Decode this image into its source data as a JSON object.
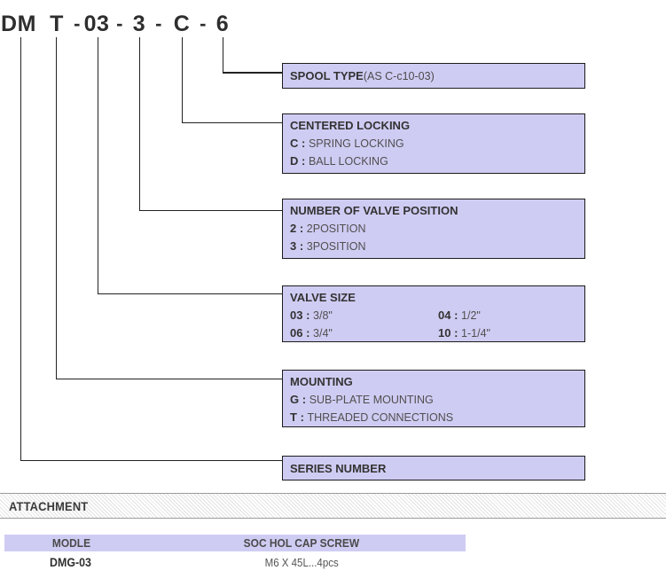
{
  "model_code": {
    "segments": [
      "DM",
      "T",
      "03",
      "3",
      "C",
      "6"
    ],
    "separator": "-"
  },
  "item_separator": " : ",
  "boxes": [
    {
      "title": "SPOOL TYPE",
      "title_note": "(AS C-c10-03)",
      "items": []
    },
    {
      "title": "CENTERED LOCKING",
      "items": [
        {
          "key": "C",
          "desc": "SPRING LOCKING"
        },
        {
          "key": "D",
          "desc": "BALL LOCKING"
        }
      ]
    },
    {
      "title": "NUMBER OF VALVE POSITION",
      "items": [
        {
          "key": "2",
          "desc": "2POSITION"
        },
        {
          "key": "3",
          "desc": "3POSITION"
        }
      ]
    },
    {
      "title": "VALVE SIZE",
      "items": [
        {
          "key": "03",
          "desc": "3/8\""
        },
        {
          "key": "04",
          "desc": "1/2\""
        },
        {
          "key": "06",
          "desc": "3/4\""
        },
        {
          "key": "10",
          "desc": "1-1/4\""
        }
      ]
    },
    {
      "title": "MOUNTING",
      "items": [
        {
          "key": "G",
          "desc": "SUB-PLATE MOUNTING"
        },
        {
          "key": "T",
          "desc": "THREADED CONNECTIONS"
        }
      ]
    },
    {
      "title": "SERIES NUMBER",
      "items": []
    }
  ],
  "attachment": {
    "section_title": "ATTACHMENT",
    "table": {
      "headers": [
        "MODLE",
        "SOC HOL CAP SCREW"
      ],
      "rows": [
        {
          "model": "DMG-03",
          "screw": "M6 X 45L...4pcs"
        }
      ]
    }
  },
  "colors": {
    "box_fill": "#cfccf3",
    "box_border": "#1c1c1c",
    "connector": "#222222",
    "text_primary": "#333333",
    "text_secondary": "#4f4f4f",
    "hatch_line": "#e2e2e2",
    "band_border": "#9c9c9c"
  }
}
